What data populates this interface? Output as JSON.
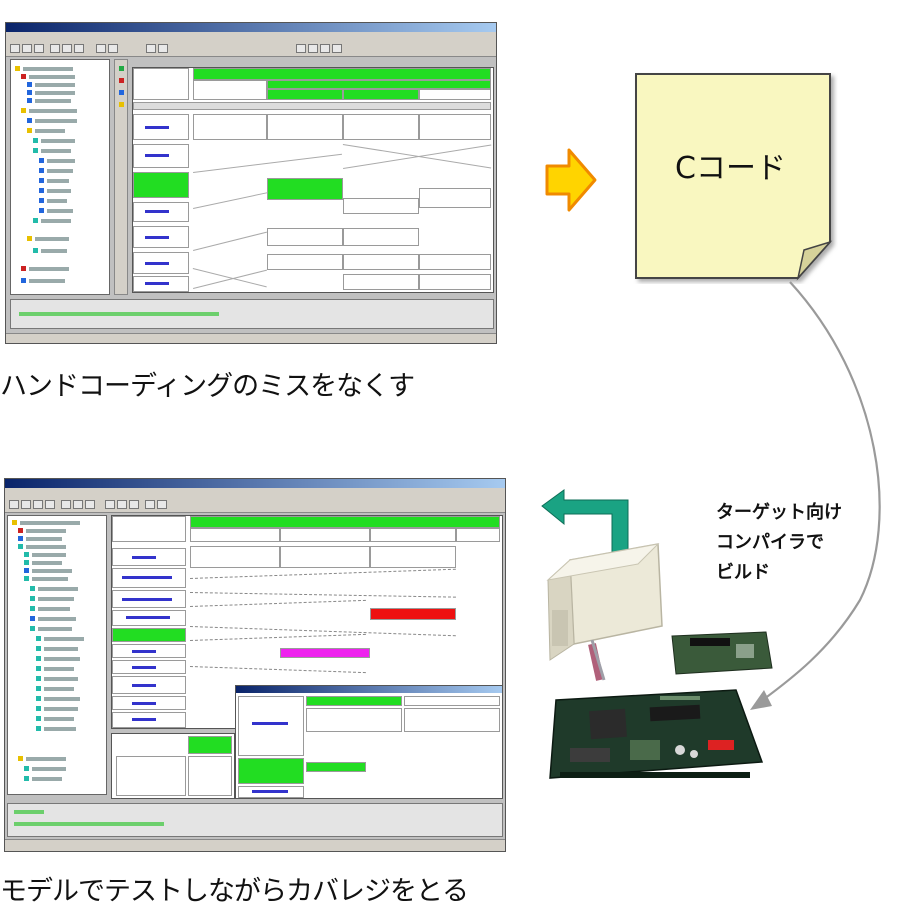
{
  "top_caption": "ハンドコーディングのミスをなくす",
  "bottom_caption": "モデルでテストしながらカバレジをとる",
  "document_label": "Cコード",
  "build_note": [
    "ターゲット向け",
    "コンパイラで",
    "ビルド"
  ],
  "icons": {
    "right_arrow": "right-arrow-icon",
    "bidirectional_arrow": "bidirectional-arrow-icon",
    "document": "code-document-icon",
    "hardware": "target-board-photo"
  },
  "colors": {
    "arrow_fill": "#ffd400",
    "arrow_outline": "#f08a00",
    "document_fill": "#f9f7c0",
    "teal_arrow": "#1aa383",
    "model_green": "#22dd22",
    "model_red": "#ee1111",
    "model_magenta": "#ee22ee"
  }
}
